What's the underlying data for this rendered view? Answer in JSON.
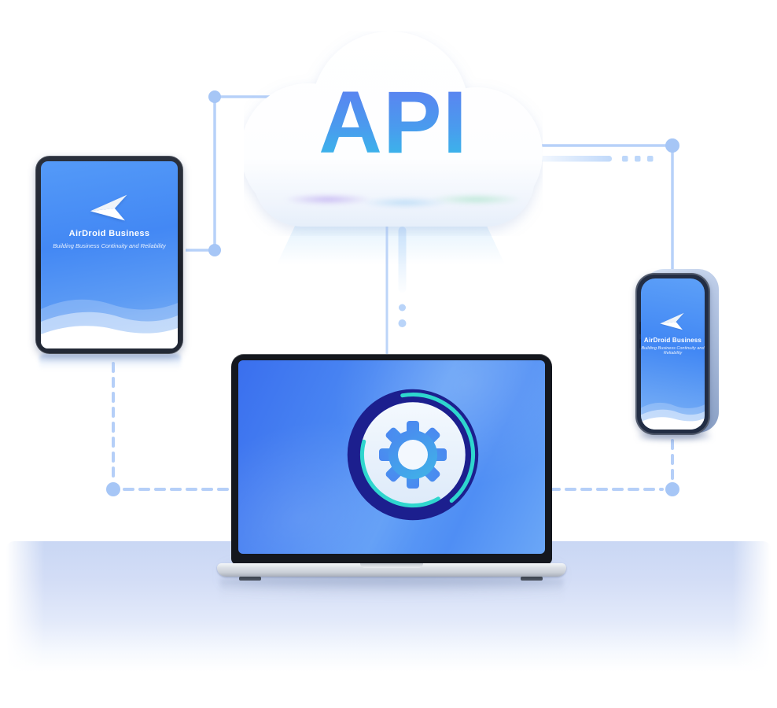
{
  "illustration": {
    "title": "API cloud connectivity across devices",
    "cloud": {
      "label": "API"
    },
    "tablet": {
      "brand": "AirDroid Business",
      "tagline": "Building Business Continuity and Reliability"
    },
    "phone": {
      "brand": "AirDroid Business",
      "tagline": "Building Business Continuity and Reliability"
    },
    "laptop": {
      "emblem": "gear-sync-ring"
    }
  },
  "icons": {
    "airdroid_logo": "paper-plane-left",
    "laptop_center": "gear-icon",
    "cloud": "cloud-shape",
    "connector_node": "circle-dot"
  },
  "colors": {
    "api_gradient_top": "#5F7DF1",
    "api_gradient_bottom": "#35BEE9",
    "connector_line": "#B7D1F9",
    "connector_node": "#A6C6F6",
    "screen_blue": "#4488F3",
    "device_frame_dark": "#222D44",
    "emblem_ring": "#1C1F8E",
    "emblem_arc": "#2FD6CE",
    "gear_top": "#4C84F1",
    "gear_bottom": "#3EB9E6",
    "floor": "#C9D7F4"
  }
}
